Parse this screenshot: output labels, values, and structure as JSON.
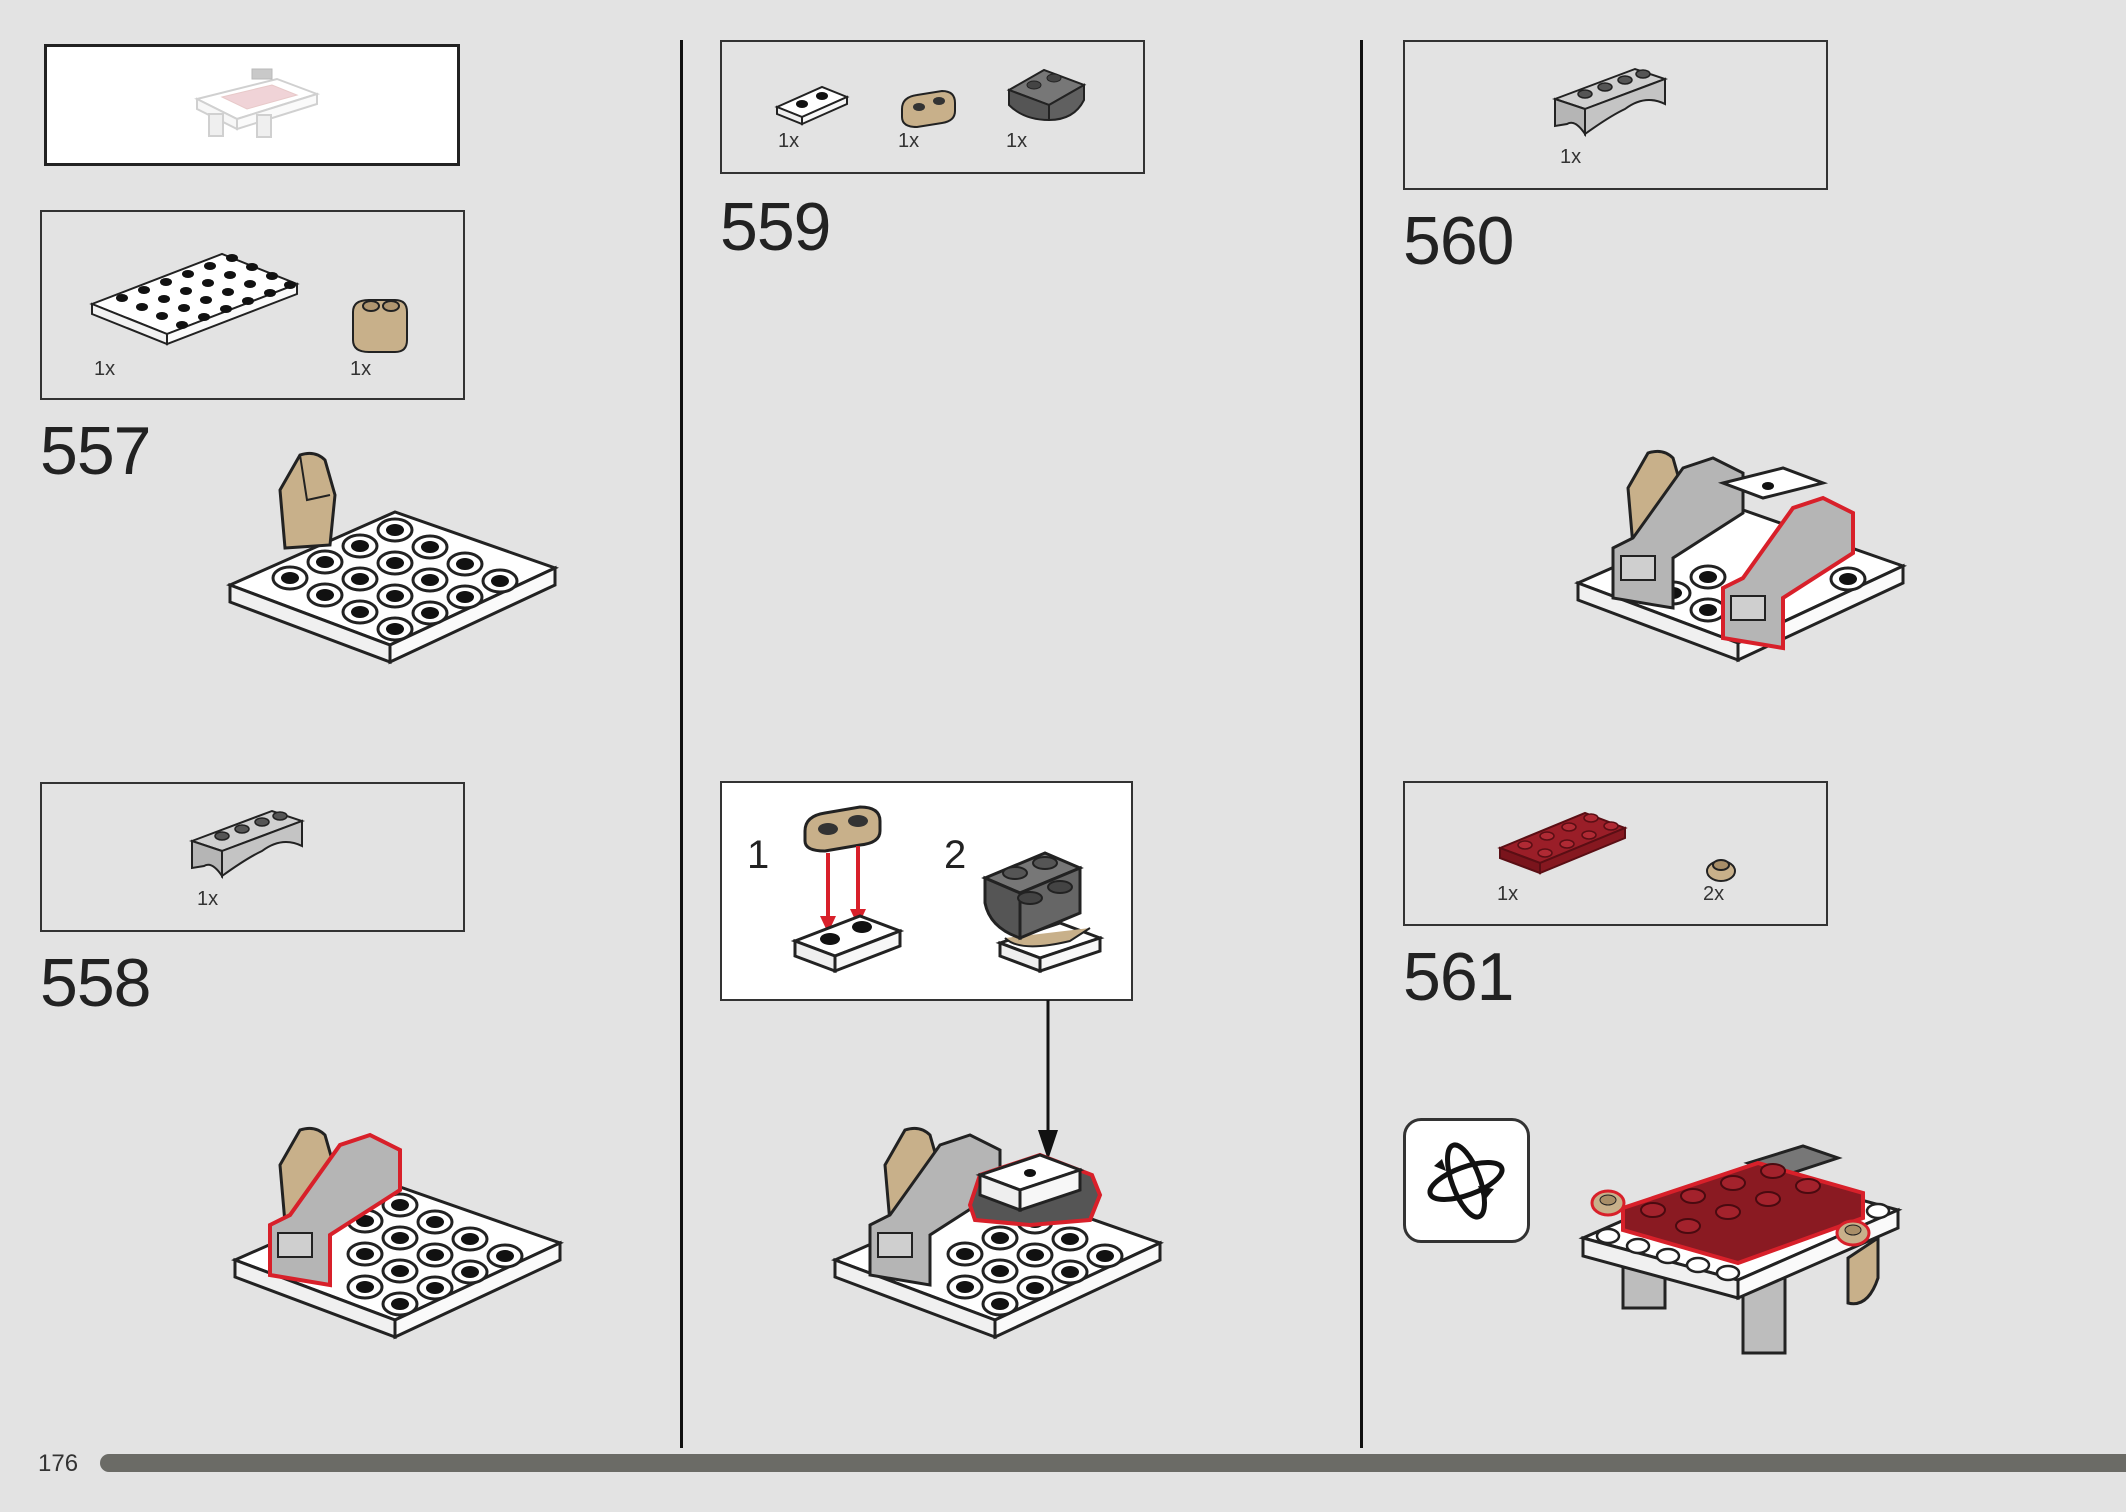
{
  "page": {
    "number": "176",
    "progress": 1.0
  },
  "colors": {
    "background": "#e3e3e3",
    "highlight": "#d8202a",
    "white_brick": "#ffffff",
    "tan_brick": "#c8b08a",
    "light_gray_brick": "#b5b5b5",
    "dark_gray_brick": "#666666",
    "dark_red_brick": "#8a1a22"
  },
  "steps": [
    {
      "number": "557",
      "parts": [
        {
          "name": "white-plate-4x6",
          "qty": "1x"
        },
        {
          "name": "tan-brick-1x2-rounded",
          "qty": "1x"
        }
      ]
    },
    {
      "number": "558",
      "parts": [
        {
          "name": "light-gray-arch-1x4",
          "qty": "1x"
        }
      ]
    },
    {
      "number": "559",
      "parts": [
        {
          "name": "white-plate-1x2",
          "qty": "1x"
        },
        {
          "name": "tan-plate-1x2-rounded",
          "qty": "1x"
        },
        {
          "name": "dark-gray-curved-slope-2x2",
          "qty": "1x"
        }
      ],
      "substeps": [
        {
          "label": "1"
        },
        {
          "label": "2"
        }
      ]
    },
    {
      "number": "560",
      "parts": [
        {
          "name": "light-gray-arch-1x4",
          "qty": "1x"
        }
      ]
    },
    {
      "number": "561",
      "parts": [
        {
          "name": "dark-red-plate-2x4",
          "qty": "1x"
        },
        {
          "name": "tan-round-plate-1x1",
          "qty": "2x"
        }
      ],
      "icon": "rotate-model-icon"
    }
  ]
}
